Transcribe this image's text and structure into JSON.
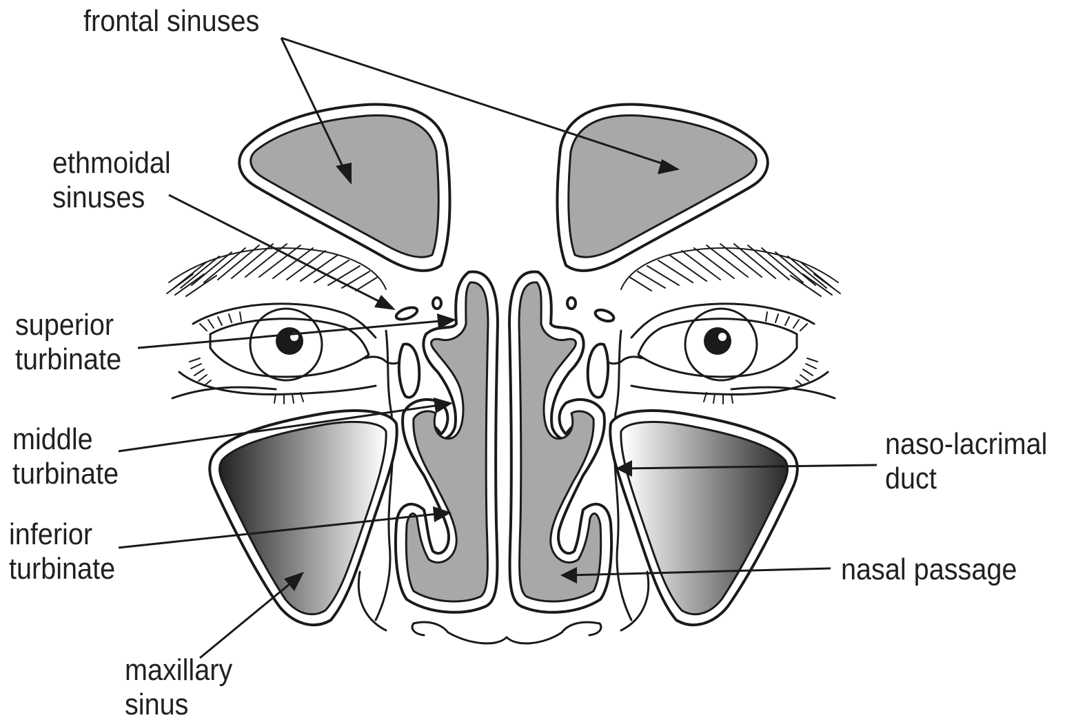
{
  "labels": {
    "frontal_sinuses": "frontal sinuses",
    "ethmoidal_sinuses": [
      "ethmoidal",
      "sinuses"
    ],
    "superior_turbinate": [
      "superior",
      "turbinate"
    ],
    "middle_turbinate": [
      "middle",
      "turbinate"
    ],
    "inferior_turbinate": [
      "inferior",
      "turbinate"
    ],
    "maxillary_sinus": [
      "maxillary",
      "sinus"
    ],
    "naso_lacrimal_duct": [
      "naso-lacrimal",
      "duct"
    ],
    "nasal_passage": "nasal passage"
  },
  "colors": {
    "ink": "#1a1a1a",
    "sinus_fill": "#a7a8aa",
    "maxillary_gradient_dark": "#1e1e1e",
    "maxillary_gradient_light": "#ffffff"
  }
}
